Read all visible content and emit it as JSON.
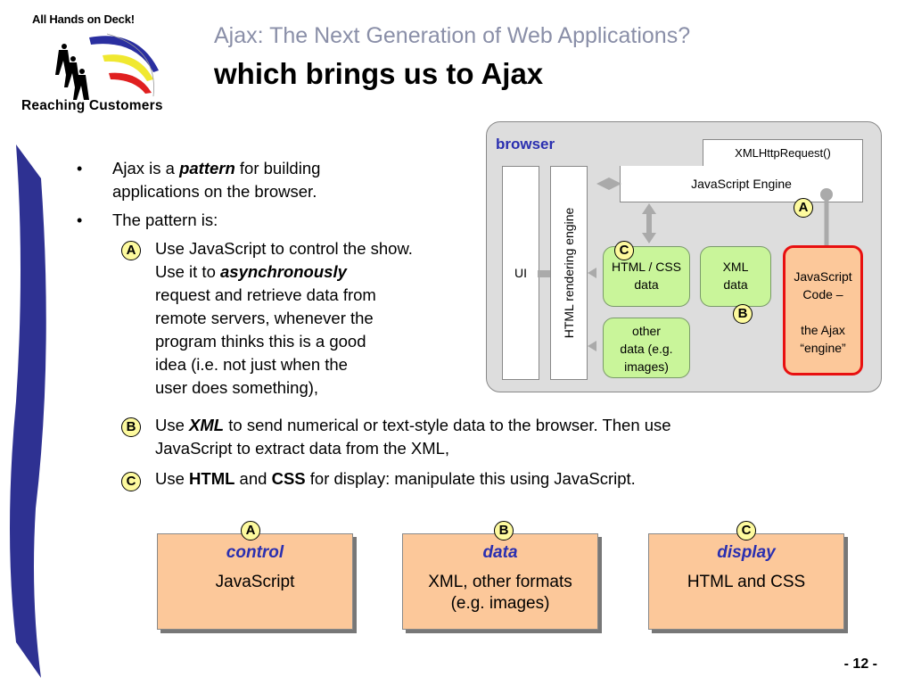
{
  "logo": {
    "top_text": "All Hands on Deck!",
    "bottom_text": "Reaching Customers",
    "stripe_colors": [
      "#2a2fa0",
      "#f0e830",
      "#e02020"
    ]
  },
  "header": {
    "subtitle": "Ajax: The Next Generation of Web Applications?",
    "title": "which brings us to Ajax"
  },
  "accent_colors": {
    "swoosh": "#2e3192",
    "label_blue": "#2a2fb0",
    "badge": "#fdfa9e",
    "highlight_border": "#e81010"
  },
  "bullets": [
    {
      "pre": "Ajax is a ",
      "em": "pattern",
      "post": " for building",
      "line2": "applications on the  browser."
    },
    {
      "text": "The pattern is:"
    }
  ],
  "sub_items": [
    {
      "badge": "A",
      "lines": [
        "Use JavaScript to control the show.",
        "Use it to ",
        "asynchronously",
        "request and retrieve data from",
        "remote servers, whenever the",
        "program thinks this is a good",
        "idea (i.e. not just when the",
        "user does something),"
      ]
    },
    {
      "badge": "B",
      "pre": "Use ",
      "em": "XML",
      "post": " to send numerical or text-style data to the browser. Then use",
      "line2": "JavaScript to extract data from the XML,"
    },
    {
      "badge": "C",
      "pre": "Use ",
      "b1": "HTML",
      "mid": " and ",
      "b2": "CSS",
      "post": " for display: manipulate this using JavaScript."
    }
  ],
  "diagram": {
    "browser_label": "browser",
    "xhr": "XMLHttpRequest()",
    "js_engine": "JavaScript Engine",
    "ui": "UI",
    "renderer": "HTML rendering engine",
    "html_css": [
      "HTML / CSS",
      "data"
    ],
    "xml": [
      "XML",
      "data"
    ],
    "other": [
      "other",
      "data  (e.g.",
      "images)"
    ],
    "js_code": [
      "JavaScript",
      "Code –",
      "",
      "the Ajax",
      "“engine”"
    ],
    "badges": {
      "a": "A",
      "b": "B",
      "c": "C"
    }
  },
  "summary_boxes": [
    {
      "badge": "A",
      "heading": "control",
      "body": [
        "JavaScript"
      ]
    },
    {
      "badge": "B",
      "heading": "data",
      "body": [
        "XML, other formats",
        "(e.g. images)"
      ]
    },
    {
      "badge": "C",
      "heading": "display",
      "body": [
        "HTML and CSS"
      ]
    }
  ],
  "page_number": "- 12 -"
}
